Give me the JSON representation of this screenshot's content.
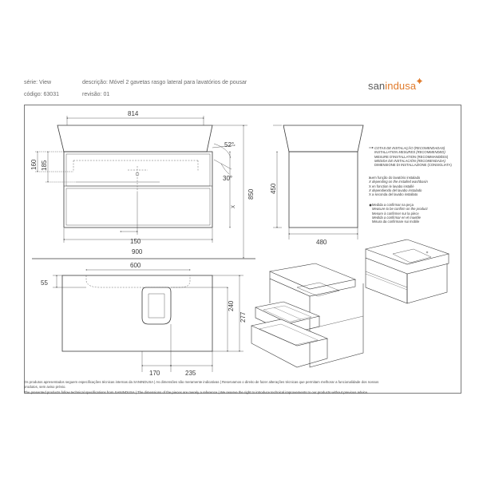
{
  "header": {
    "serie_label": "série: View",
    "codigo_label": "código: 63031",
    "descricao_label": "descrição: Móvel 2 gavetas rasgo lateral para lavatórios de pousar",
    "revisao_label": "revisão: 01"
  },
  "logo": {
    "text_part1": "san",
    "text_part2": "indusa",
    "accent_color": "#e07a2a"
  },
  "dimensions": {
    "d814": "814",
    "d52": "52°",
    "d30": "30°",
    "d160": "160",
    "d185": "185",
    "d850": "850",
    "dx": "X",
    "d150": "150",
    "d900": "900",
    "d450": "450",
    "d480": "480",
    "d600": "600",
    "d55": "55",
    "d240": "240",
    "d277": "277",
    "d170": "170",
    "d235": "235"
  },
  "legend": {
    "group1": [
      "COTAS DE INSTALAÇÃO (RECOMENDADAS)",
      "INSTALLATION MESURES (RECOMMENDED)",
      "MESURE D'INSTALLATION (RECOMMANDÉES)",
      "MEDIDA DE INSTALACIÓN (RECOMENDADA)",
      "DIMENSIONE DI INSTALLAZIONE (CONSIGLIATA)"
    ],
    "group2": [
      "X em função do lavatório instalado",
      "X depending on the installed washbasin",
      "X en fonction le lavabo installé",
      "X dependiendo del lavabo instalado",
      "X a seconda del lavabo installato"
    ],
    "group3": [
      "Medida a confirmar na peça",
      "Measure to be confirm on the product",
      "Mesure à confirmer sur la pièce",
      "Medida a confirmar en el mueble",
      "Misura da confirmare sui mobile"
    ]
  },
  "footer": {
    "line1": "Os produtos apresentados seguem especificações técnicas internas da SANINDUSA | As dimensões são meramente indicativas | Reservamos o direito de fazer alterações técnicas que permitam melhorar a funcionalidade dos nossos",
    "line2": "produtos, sem aviso prévio.",
    "line3": "The presented products follow technical specifications from SANINDUSA | The dimensions of the pieces are merely a reference | We reserve the right to introduce technical improvements to our products without previous advice."
  }
}
